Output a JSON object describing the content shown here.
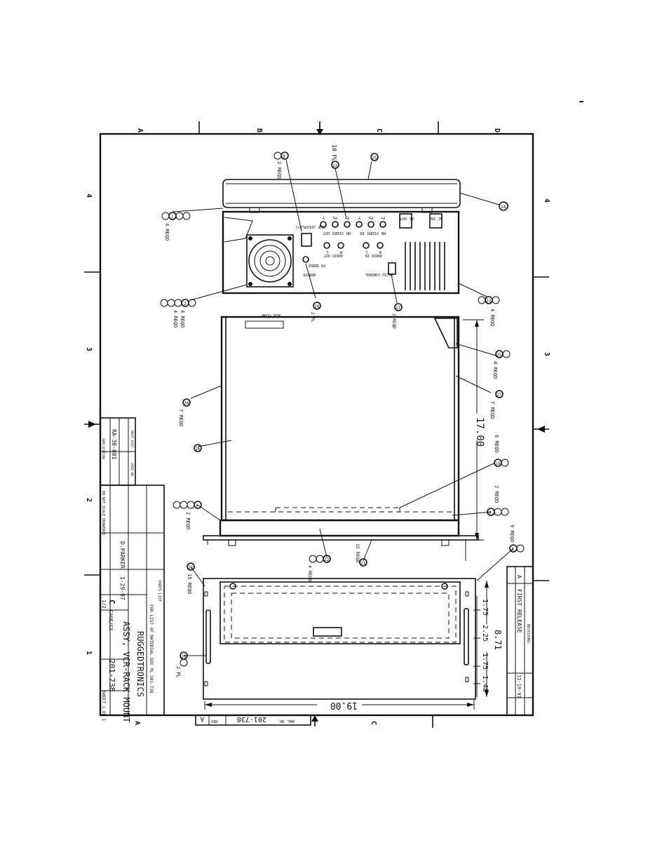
{
  "zones": {
    "top": [
      "A",
      "B",
      "C",
      "D"
    ],
    "bottom": [
      "A",
      "C"
    ],
    "left": [
      "4",
      "3",
      "2",
      "1"
    ],
    "right": [
      "4",
      "3"
    ]
  },
  "title_block": {
    "company": "RUGGEDTRONICS",
    "title": "ASSY, VCR-RACK MOUNT",
    "drawn_by": "D.PARKER",
    "drawn_date": "1-29-97",
    "size": "C",
    "cage_code": "CAGE/CS",
    "dwg_no": "201-738",
    "scale": "1/2",
    "sheet": "SHEET 1 OF 1",
    "bom_note": "FOR LIST OF MATERIAL SEE PL 201-738",
    "parts_list_label": "PARTS LIST",
    "do_not_scale": "DO NOT SCALE DRAWINGS",
    "next_assy": "RA-38-081",
    "next_assy_header": "NEXT ASSY",
    "used_on_header": "USED ON",
    "application_label": "APPLICATION"
  },
  "revision_block": {
    "header": "REVISIONS",
    "rev": "A",
    "description": "FIRST RELEASE",
    "date": "11-19-97"
  },
  "bottom_strip": {
    "dwg_no": "201-738",
    "dwg_no_label": "DWG. NO.",
    "rev": "A",
    "rev_label": "REV"
  },
  "dimensions": {
    "depth": "17.00",
    "width": "19.00",
    "height": "8.71",
    "seg1": "1.75",
    "seg2": "2.25",
    "seg3": "1.75",
    "seg4": "1.48"
  },
  "rear_panel": {
    "ac_in": "AC IN",
    "ac_out": "AC OUT",
    "audio_in": "AUDIO IN",
    "audio_out": "AUDIO OUT",
    "video_in": "HD VIDEO IN",
    "video_out": "HD VIDEO OUT",
    "rgb": "RGB (DISPLAY)",
    "remote": "REMOTE",
    "rs232": "RS232 CONTROL",
    "pa_sense": "PA SENSE",
    "jack_labels": [
      "Y",
      "Pb",
      "Pr",
      "Y",
      "Pb",
      "Pr"
    ],
    "audio_ch": [
      "L",
      "R",
      "L",
      "R"
    ]
  },
  "callouts": [
    {
      "num": "8",
      "qty": "2 REQD"
    },
    {
      "num": "13",
      "qty": "10 PL"
    },
    {
      "num": "15",
      "qty": ""
    },
    {
      "num": "14",
      "qty": ""
    },
    {
      "num": "1",
      "qty": "4 REQD"
    },
    {
      "num": "2",
      "qty": "4 REQD"
    },
    {
      "num": "20",
      "qty": "4 REQD"
    },
    {
      "num": "18",
      "qty": "2 PL"
    },
    {
      "num": "17",
      "qty": "2 REQD"
    },
    {
      "num": "23",
      "qty": "4 REQD"
    },
    {
      "num": "25",
      "qty": "4 REQD"
    },
    {
      "num": "27",
      "qty": "7 REQD"
    },
    {
      "num": "24",
      "qty": "7 REQD"
    },
    {
      "num": "16",
      "qty": ""
    },
    {
      "num": "19",
      "qty": "6 REQD"
    },
    {
      "num": "9",
      "qty": "2 REQD"
    },
    {
      "num": "4",
      "qty": "2 REQD"
    },
    {
      "num": "3",
      "qty": "9 REQD"
    },
    {
      "num": "22",
      "qty": "4 REQD"
    },
    {
      "num": "11",
      "qty": "15 REQD"
    },
    {
      "num": "12",
      "qty": "15 REQD"
    },
    {
      "num": "10",
      "qty": "2 PL"
    }
  ],
  "front_label": "AIR FLOW"
}
